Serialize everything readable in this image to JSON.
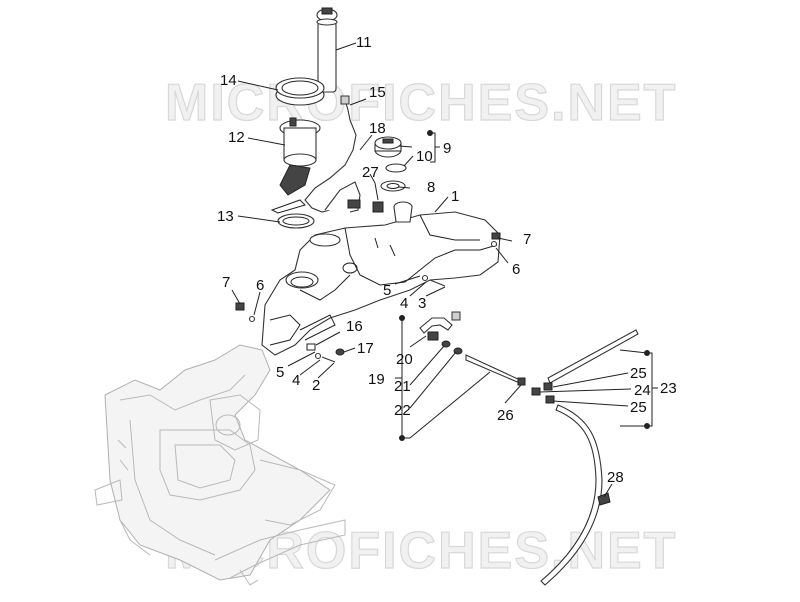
{
  "watermark": {
    "top": "MICROFICHES.NET",
    "bottom": "MICROFICHES.NET"
  },
  "labels": {
    "l1": "1",
    "l2": "2",
    "l3": "3",
    "l4a": "4",
    "l4b": "4",
    "l5a": "5",
    "l5b": "5",
    "l6a": "6",
    "l6b": "6",
    "l7a": "7",
    "l7b": "7",
    "l8": "8",
    "l9": "9",
    "l10": "10",
    "l11": "11",
    "l12": "12",
    "l13": "13",
    "l14": "14",
    "l15": "15",
    "l16": "16",
    "l17": "17",
    "l18": "18",
    "l19": "19",
    "l20": "20",
    "l21": "21",
    "l22": "22",
    "l23": "23",
    "l24": "24",
    "l25a": "25",
    "l25b": "25",
    "l26": "26",
    "l27": "27",
    "l28": "28"
  }
}
